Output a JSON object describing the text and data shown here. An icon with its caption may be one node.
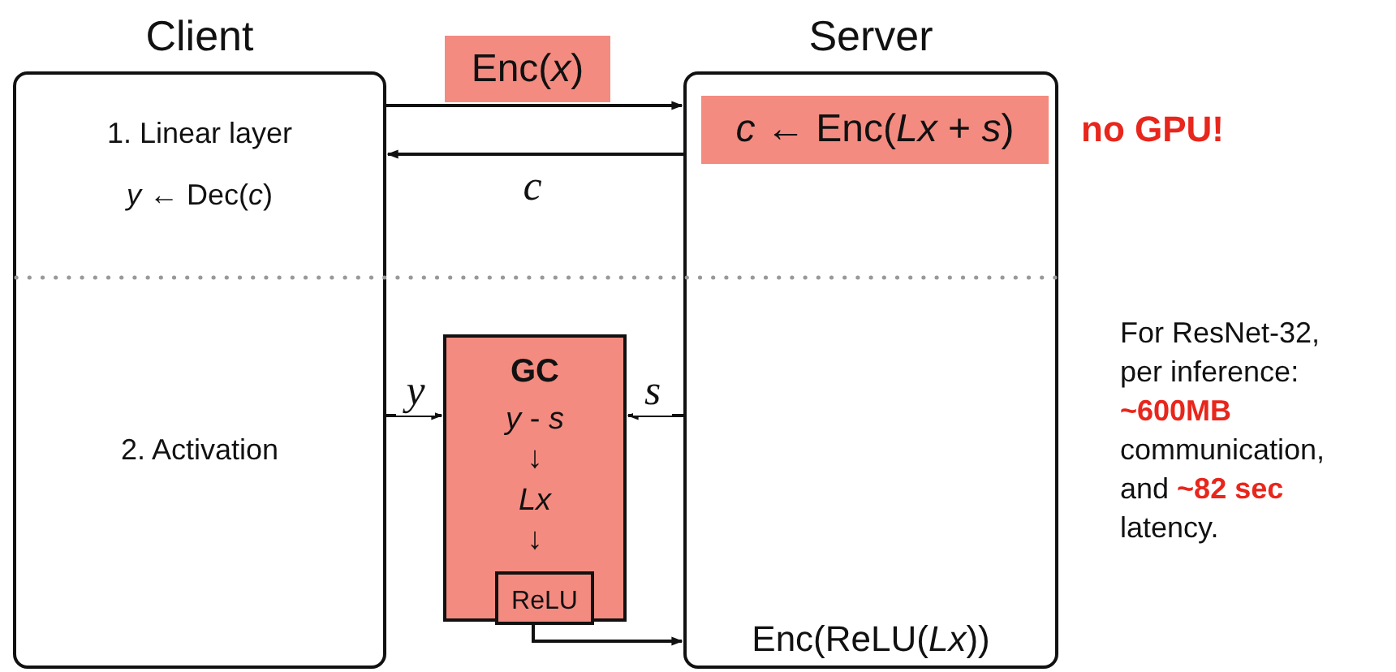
{
  "diagram": {
    "nodes": [
      {
        "text": [
          "Client",
          "1. Linear layer",
          "*y* ← Dec(*c*)",
          "2. Activation"
        ]
      },
      {
        "text": [
          "Server",
          "Enc(ReLU(*Lx*))"
        ]
      },
      {
        "text": [
          "*c* ← Enc(*Lx* + *s*)"
        ],
        "in": 1,
        "beside": [
          "no GPU!"
        ]
      },
      {
        "text": [
          "GC",
          "*y* - *s*",
          "↓",
          "*Lx*",
          "↓"
        ]
      },
      {
        "text": [
          "ReLU"
        ],
        "in": 3
      }
    ],
    "edges": [
      {
        "from": 0,
        "to": 1,
        "arrow": "to",
        "label": "Enc(*x*)"
      },
      {
        "from": 1,
        "to": 0,
        "arrow": "to",
        "label": "c"
      },
      {
        "from": 0,
        "to": 3,
        "arrow": "to",
        "label": "y"
      },
      {
        "from": 1,
        "to": 3,
        "arrow": "to",
        "label": "s"
      },
      {
        "from": 4,
        "to": 1,
        "arrow": "to"
      }
    ],
    "labels": [
      "For ResNet-32, per inference: **~600MB** communication, and **~82 sec** latency."
    ]
  }
}
